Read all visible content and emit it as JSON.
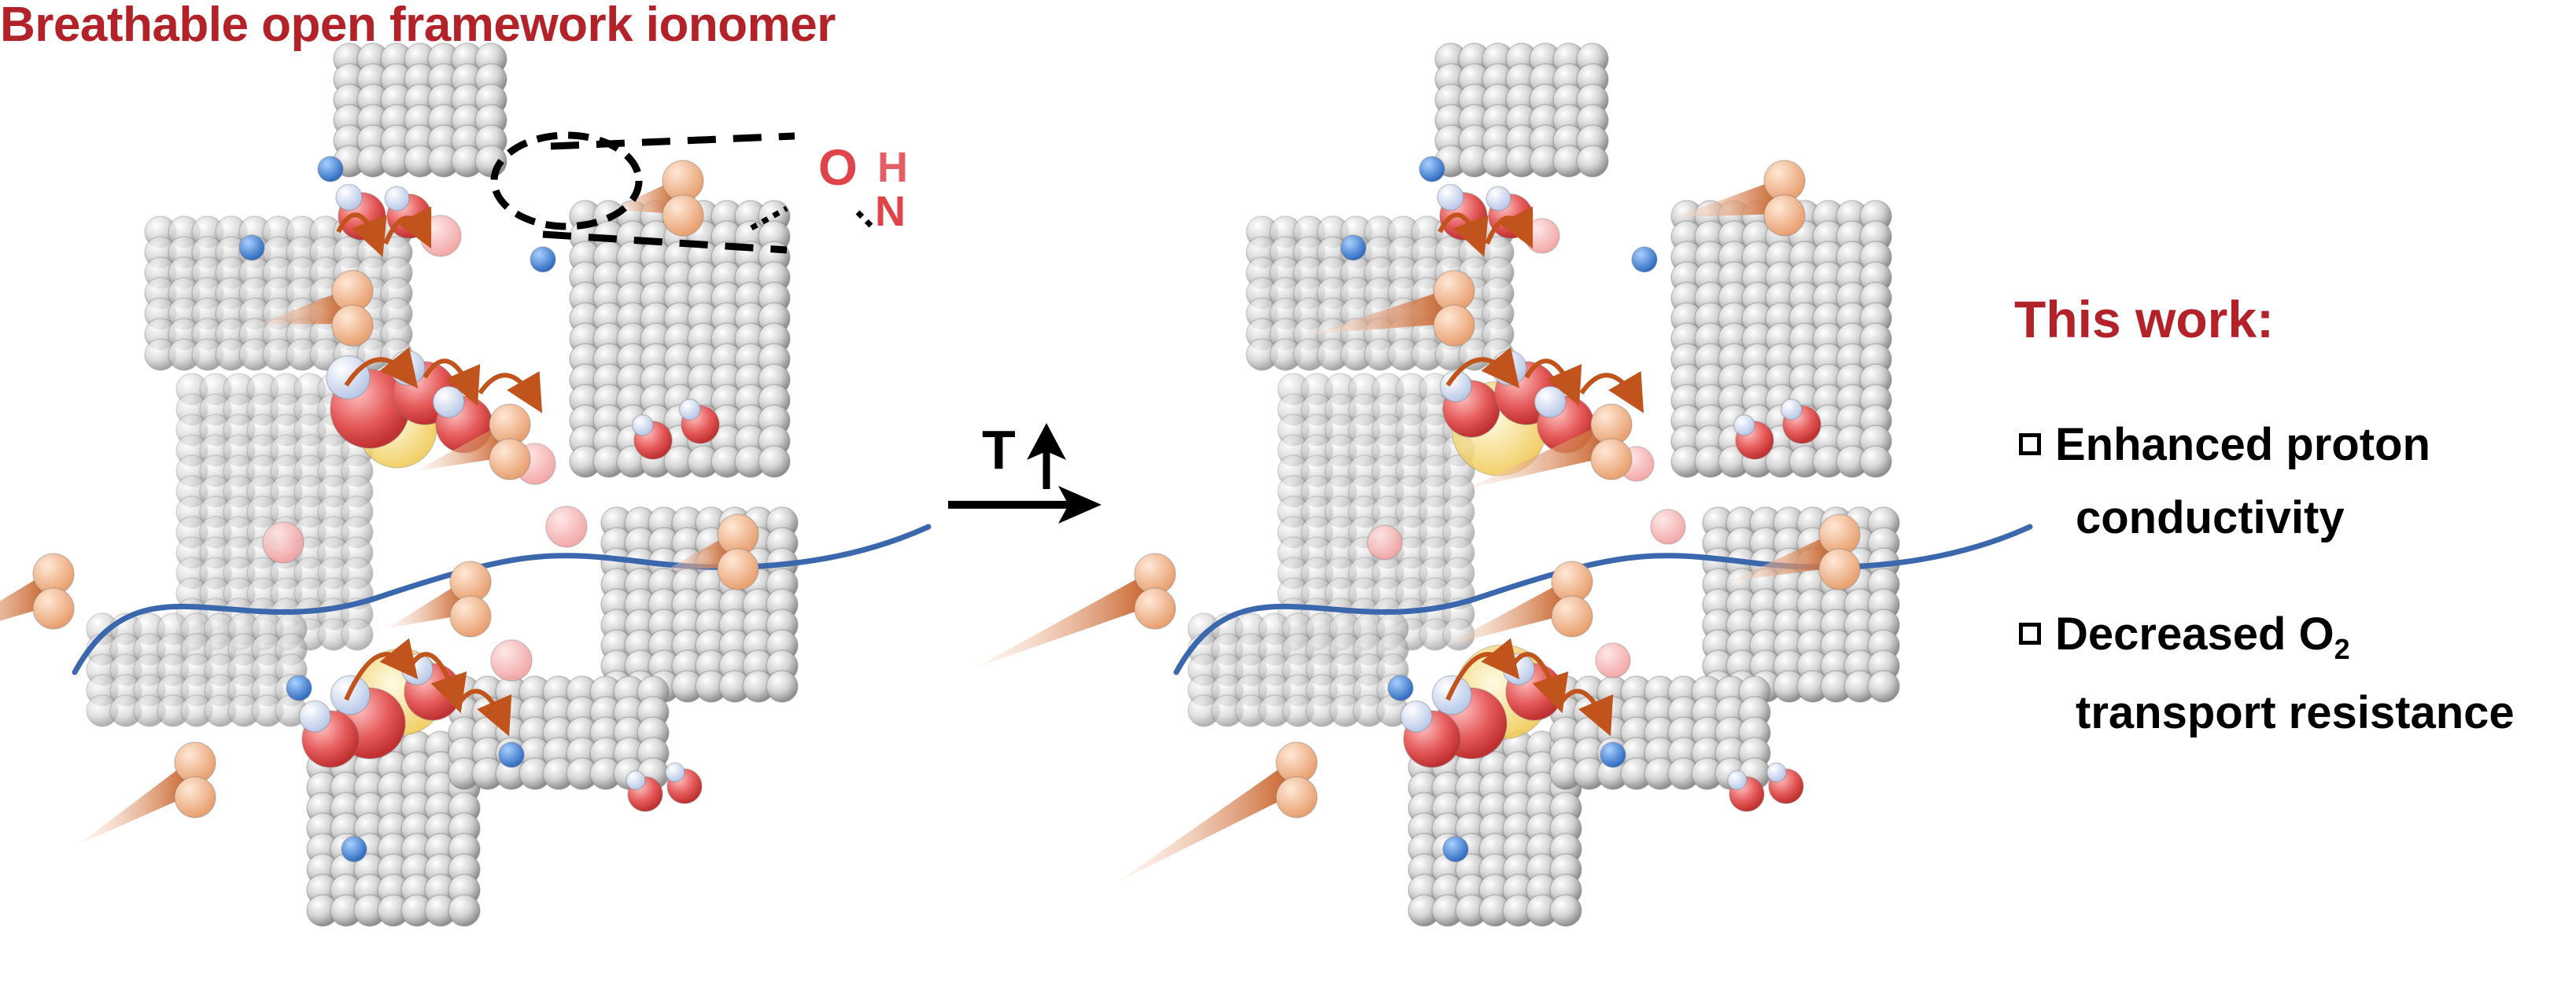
{
  "title": "Breathable open framework ionomer",
  "transition": {
    "label": "T",
    "arrow_icon": "up-arrow-icon",
    "meaning": "increasing temperature"
  },
  "chem_inset": {
    "atoms": [
      "O",
      "H",
      "N"
    ]
  },
  "this_work": {
    "heading": "This work:",
    "bullets": [
      {
        "line1": "Enhanced proton",
        "line2": "conductivity"
      },
      {
        "line1_prefix": "Decreased O",
        "line1_sub": "2",
        "line2": "transport resistance"
      }
    ]
  },
  "colors": {
    "title_red": "#b22228",
    "framework_gray": "#c8c8c8",
    "oxygen_red": "#e05050",
    "nitrogen_blue": "#3f7fd0",
    "cone_orange": "#d9824a",
    "polymer_blue": "#2f5fa8",
    "sulfur_yellow": "#f0d060"
  }
}
